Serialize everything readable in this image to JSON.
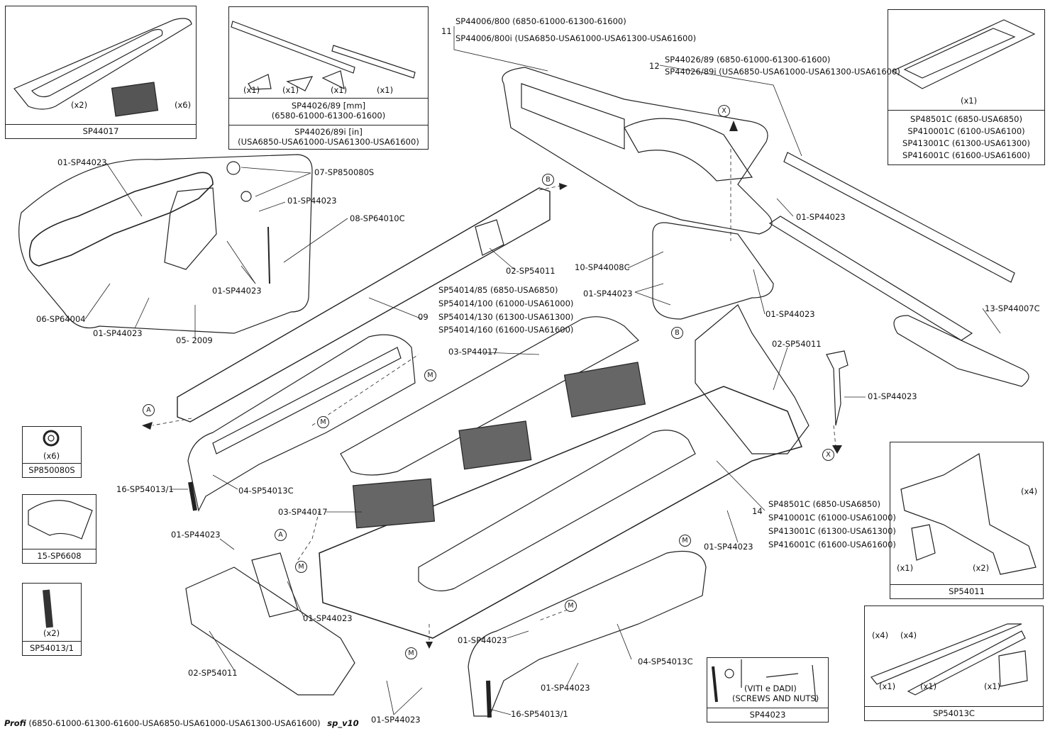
{
  "kits": {
    "sp44017": {
      "caption": "SP44017",
      "qty_a": "(x2)",
      "qty_b": "(x6)"
    },
    "sp44026": {
      "qty": [
        "(x1)",
        "(x1)",
        "(x1)",
        "(x1)"
      ],
      "mm_line1": "SP44026/89 [mm]",
      "mm_line2": "(6580-61000-61300-61600)",
      "in_line1": "SP44026/89i [in]",
      "in_line2": "(USA6850-USA61000-USA61300-USA61600)"
    },
    "sp48501c_top": {
      "qty": "(x1)",
      "lines": [
        "SP48501C (6850-USA6850)",
        "SP410001C (6100-USA6100)",
        "SP413001C (61300-USA61300)",
        "SP416001C (61600-USA61600)"
      ]
    },
    "sp850080s": {
      "qty": "(x6)",
      "caption": "SP850080S"
    },
    "sp6608": {
      "caption": "15-SP6608"
    },
    "sp54013_1": {
      "qty": "(x2)",
      "caption": "SP54013/1"
    },
    "sp54011": {
      "qty": [
        "(x4)",
        "(x1)",
        "(x2)"
      ],
      "caption": "SP54011"
    },
    "sp54013c": {
      "qty": [
        "(x4)",
        "(x4)",
        "(x1)",
        "(x1)",
        "(x1)"
      ],
      "caption": "SP54013C"
    },
    "sp44023": {
      "line1": "(VITI e DADI)",
      "line2": "(SCREWS AND NUTS)",
      "caption": "SP44023"
    }
  },
  "groups": {
    "g11": {
      "num": "11",
      "lines": [
        "SP44006/800 (6850-61000-61300-61600)",
        "SP44006/800i (USA6850-USA61000-USA61300-USA61600)"
      ]
    },
    "g12": {
      "num": "12",
      "lines": [
        "SP44026/89 (6850-61000-61300-61600)",
        "SP44026/89i (USA6850-USA61000-USA61300-USA61600)"
      ]
    },
    "g09": {
      "num": "09",
      "lines": [
        "SP54014/85 (6850-USA6850)",
        "SP54014/100 (61000-USA61000)",
        "SP54014/130 (61300-USA61300)",
        "SP54014/160 (61600-USA61600)"
      ]
    },
    "g14": {
      "num": "14",
      "lines": [
        "SP48501C (6850-USA6850)",
        "SP410001C (61000-USA61000)",
        "SP413001C (61300-USA61300)",
        "SP416001C (61600-USA61600)"
      ]
    }
  },
  "labels": {
    "l_01_sp44023_a": "01-SP44023",
    "l_07_sp850080s": "07-SP850080S",
    "l_01_sp44023_b": "01-SP44023",
    "l_08_sp64010c": "08-SP64010C",
    "l_01_sp44023_c": "01-SP44023",
    "l_06_sp64004": "06-SP64004",
    "l_01_sp44023_d": "01-SP44023",
    "l_05_2009": "05- 2009",
    "l_02_sp54011_a": "02-SP54011",
    "l_03_sp44017_a": "03-SP44017",
    "l_01_sp44023_e": "01-SP44023",
    "l_10_sp44008c": "10-SP44008C",
    "l_01_sp44023_f": "01-SP44023",
    "l_01_sp44023_g": "01-SP44023",
    "l_13_sp44007c": "13-SP44007C",
    "l_02_sp54011_b": "02-SP54011",
    "l_01_sp44023_h": "01-SP44023",
    "l_16_sp54013_1_a": "16-SP54013/1",
    "l_04_sp54013c_a": "04-SP54013C",
    "l_03_sp44017_b": "03-SP44017",
    "l_01_sp44023_i": "01-SP44023",
    "l_01_sp44023_j": "01-SP44023",
    "l_01_sp44023_k": "01-SP44023",
    "l_02_sp54011_c": "02-SP54011",
    "l_01_sp44023_l": "01-SP44023",
    "l_01_sp44023_m": "01-SP44023",
    "l_04_sp54013c_b": "04-SP54013C",
    "l_01_sp44023_n": "01-SP44023",
    "l_16_sp54013_1_b": "16-SP54013/1"
  },
  "callouts": {
    "A": "A",
    "B": "B",
    "M": "M",
    "X": "X"
  },
  "footer": {
    "model": "Profi",
    "codes": " (6850-61000-61300-61600-USA6850-USA61000-USA61300-USA61600)",
    "version": "sp_v10"
  }
}
